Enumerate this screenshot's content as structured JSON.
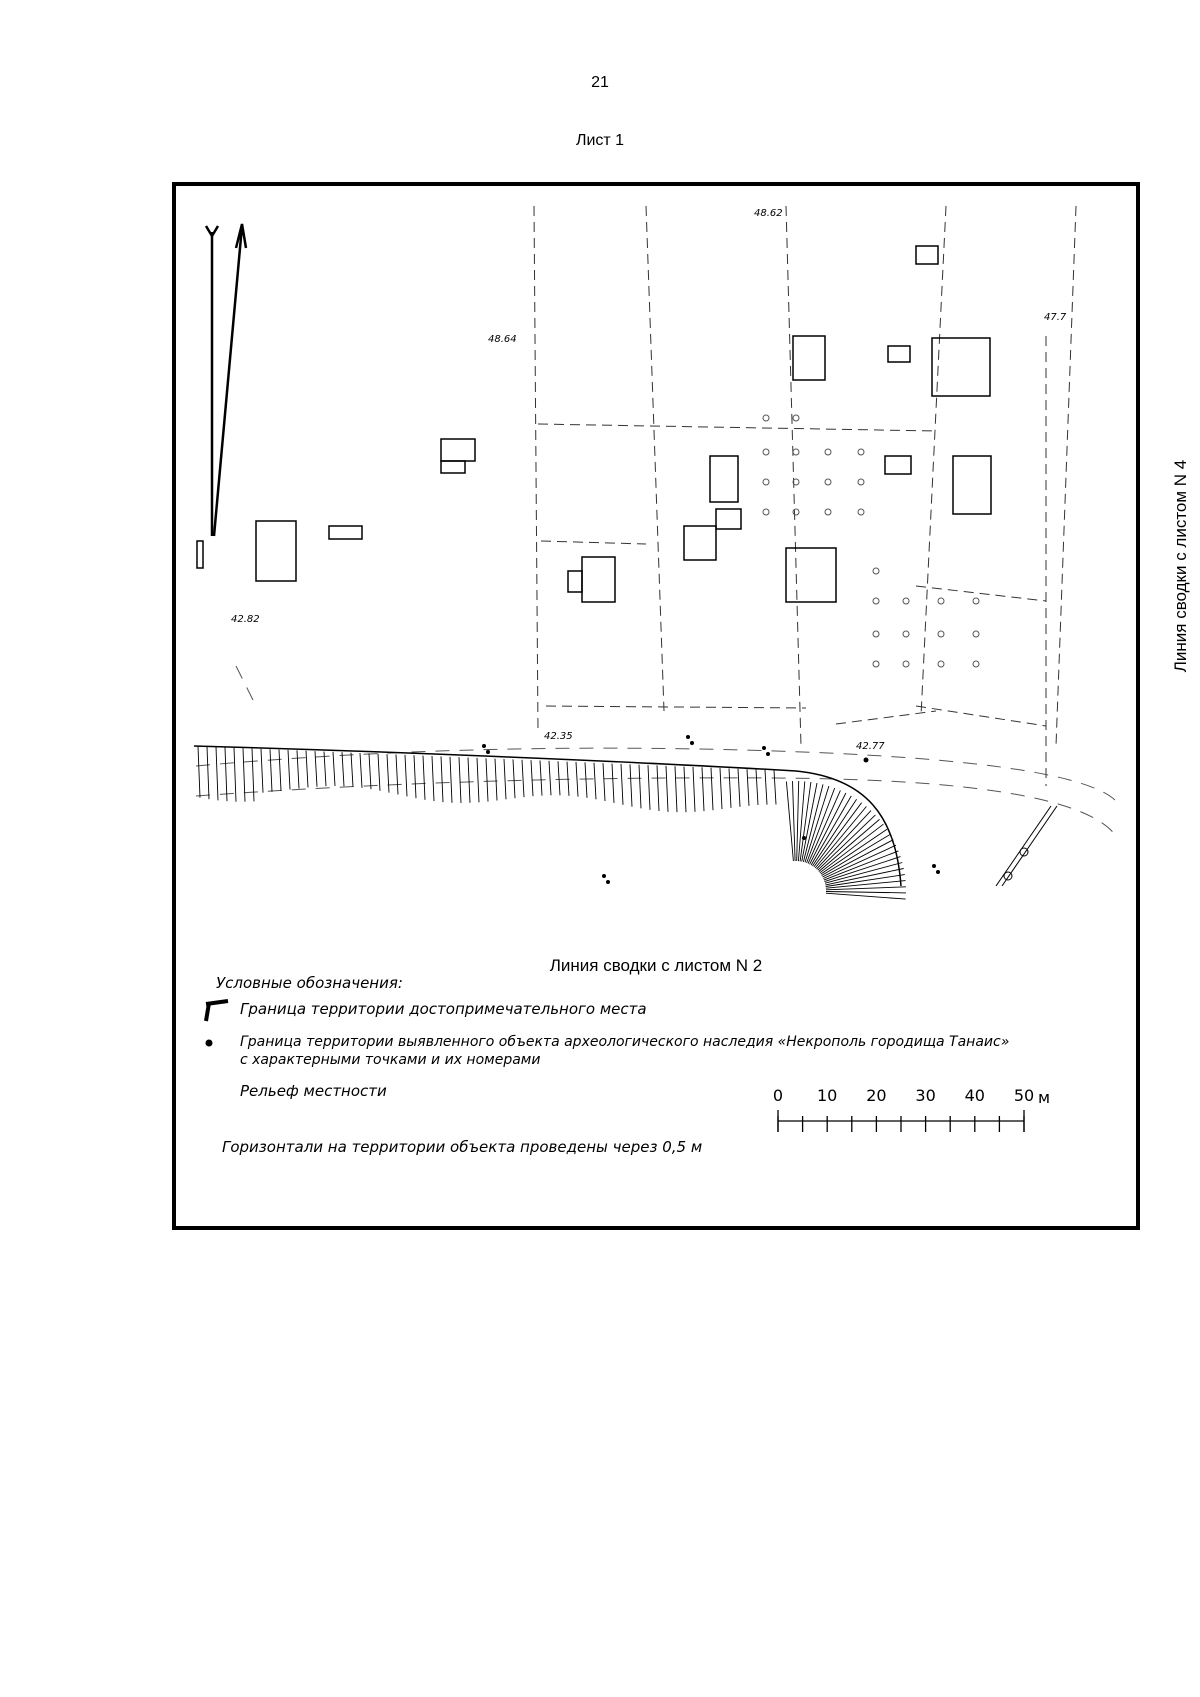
{
  "page_number": "21",
  "sheet_label": "Лист 1",
  "map": {
    "elevations": [
      "48.62",
      "48.64",
      "47.7",
      "42.82",
      "42.35",
      "42.77"
    ],
    "junction_bottom": "Линия сводки с листом N 2",
    "junction_right": "Линия сводки с листом N 4"
  },
  "legend": {
    "title": "Условные обозначения:",
    "item_boundary_landmark": "Граница территории достопримечательного места",
    "item_boundary_object_line1": "Граница территории выявленного объекта археологического наследия «Некрополь городища Танаис»",
    "item_boundary_object_line2": "с характерными точками и их номерами",
    "item_relief": "Рельеф местности",
    "contour_note": "Горизонтали на территории объекта проведены через 0,5 м"
  },
  "scale_bar": {
    "labels": [
      "0",
      "10",
      "20",
      "30",
      "40",
      "50"
    ],
    "unit": "м"
  }
}
